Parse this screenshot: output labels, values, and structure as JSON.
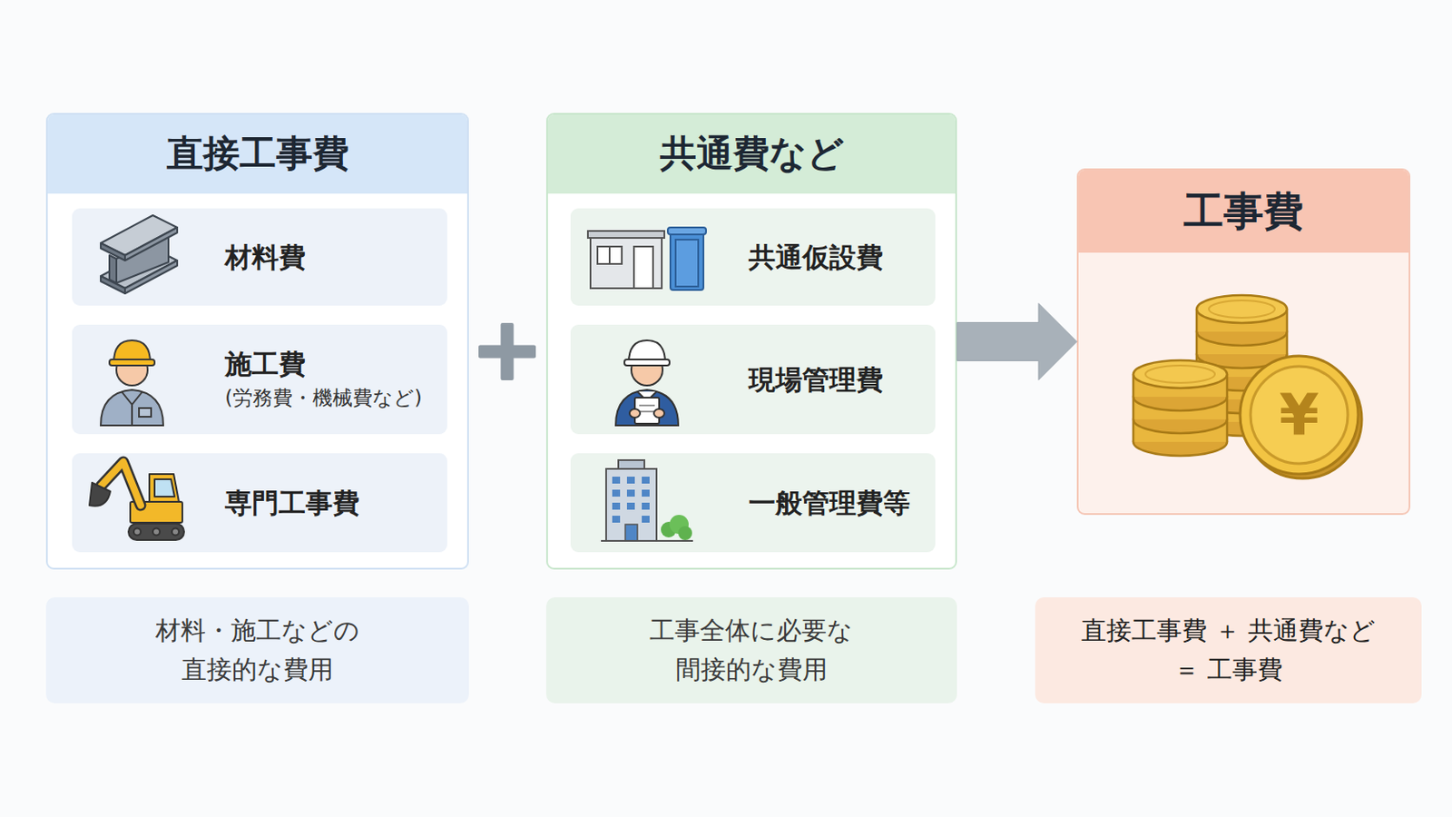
{
  "diagram": {
    "nodes": [
      {
        "text": [
          "直接工事費"
        ]
      },
      {
        "text": [
          "材料費"
        ],
        "in": 0
      },
      {
        "text": [
          "施工費",
          "(労務費・機械費など)"
        ],
        "in": 0
      },
      {
        "text": [
          "専門工事費"
        ],
        "in": 0
      },
      {
        "text": [
          "共通費など"
        ]
      },
      {
        "text": [
          "共通仮設費"
        ],
        "in": 4
      },
      {
        "text": [
          "現場管理費"
        ],
        "in": 4
      },
      {
        "text": [
          "一般管理費等"
        ],
        "in": 4
      },
      {
        "text": [
          "工事費"
        ]
      },
      {
        "text": [
          "材料・施工などの 直接的な費用"
        ]
      },
      {
        "text": [
          "工事全体に必要な 間接的な費用"
        ]
      },
      {
        "text": [
          "直接工事費 ＋ 共通費など ＝ 工事費"
        ]
      }
    ],
    "edges": [
      {
        "from": 4,
        "to": 8,
        "arrow": "to"
      }
    ],
    "labels": [
      "¥"
    ]
  }
}
